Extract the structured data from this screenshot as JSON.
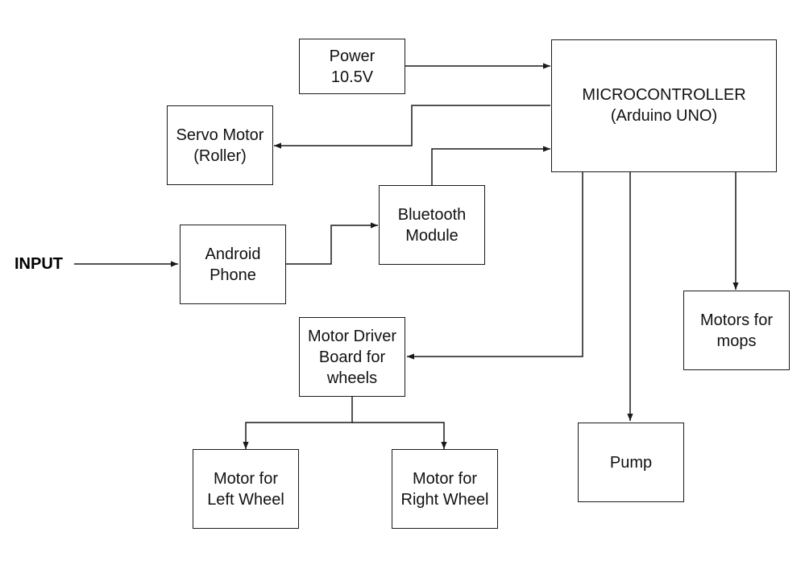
{
  "input_label": "INPUT",
  "blocks": {
    "power": [
      "Power",
      "10.5V"
    ],
    "microcontroller": [
      "MICROCONTROLLER",
      "(Arduino UNO)"
    ],
    "servo": [
      "Servo Motor",
      "(Roller)"
    ],
    "bluetooth": [
      "Bluetooth",
      "Module"
    ],
    "android": [
      "Android",
      "Phone"
    ],
    "motor_driver": [
      "Motor Driver",
      "Board for",
      "wheels"
    ],
    "motors_mops": [
      "Motors for",
      "mops"
    ],
    "pump": [
      "Pump"
    ],
    "left_wheel": [
      "Motor for",
      "Left Wheel"
    ],
    "right_wheel": [
      "Motor for",
      "Right Wheel"
    ]
  },
  "colors": {
    "line": "#1a1a1a",
    "text": "#111111",
    "background": "#ffffff"
  }
}
